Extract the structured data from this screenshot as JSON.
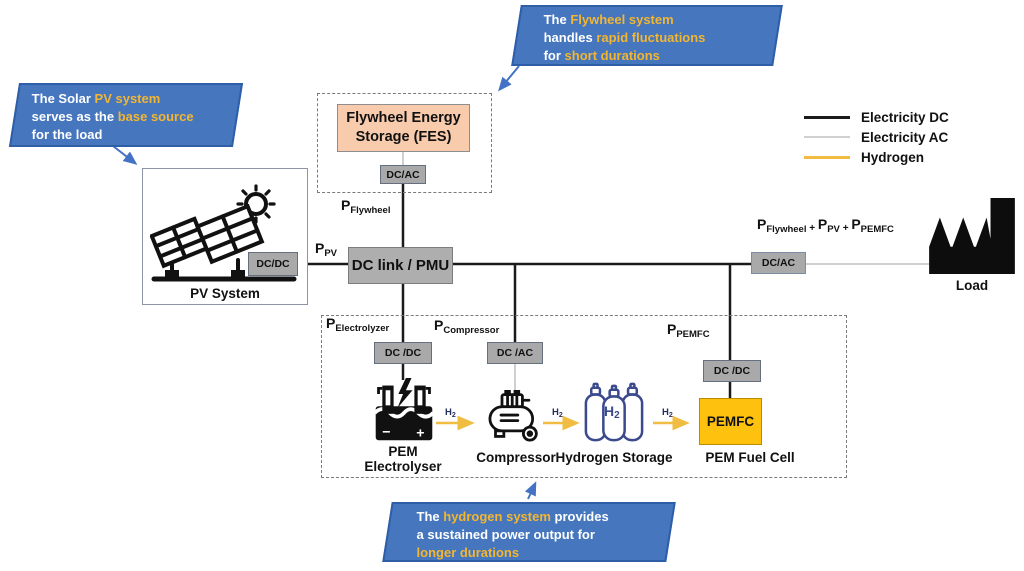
{
  "title": "Hybrid PV / flywheel / hydrogen energy system diagram",
  "colors": {
    "callout_bg": "#4576be",
    "callout_border": "#2f5ea8",
    "highlight_yellow": "#f2b632",
    "fes_fill": "#f8cbad",
    "converter_fill": "#a9a9a9",
    "pemfc_fill": "#fdc10e",
    "dc_line": "#1a1a1a",
    "ac_line": "#d0d0d0",
    "hydrogen_line": "#f0bc42",
    "storage_outline": "#3b4a8c"
  },
  "callouts": {
    "flywheel": {
      "l1a": "The ",
      "l1b": "Flywheel system",
      "l2a": "handles ",
      "l2b": "rapid fluctuations",
      "l3a": "for ",
      "l3b": "short durations"
    },
    "pv": {
      "l1a": "The Solar ",
      "l1b": "PV system",
      "l2a": "serves as the ",
      "l2b": "base source",
      "l3a": "for the load"
    },
    "hydrogen": {
      "l1a": "The ",
      "l1b": "hydrogen system",
      "l1c": " provides",
      "l2a": "a sustained power output for",
      "l3a": "longer durations"
    }
  },
  "legend": {
    "items": [
      {
        "label": "Electricity DC",
        "color": "#1a1a1a"
      },
      {
        "label": "Electricity AC",
        "color": "#d0d0d0"
      },
      {
        "label": "Hydrogen",
        "color": "#f0bc42"
      }
    ]
  },
  "components": {
    "fes": "Flywheel Energy Storage (FES)",
    "dclink": "DC link / PMU",
    "pv": "PV System",
    "electrolyser_l1": "PEM",
    "electrolyser_l2": "Electrolyser",
    "compressor": "Compressor",
    "storage": "Hydrogen Storage",
    "pemfc_box": "PEMFC",
    "pemfc": "PEM Fuel Cell",
    "load": "Load"
  },
  "converters": {
    "fes": "DC/AC",
    "pv": "DC/DC",
    "electrolyzer": "DC /DC",
    "compressor": "DC /AC",
    "pemfc": "DC /DC",
    "load": "DC/AC"
  },
  "power_labels": {
    "flywheel": {
      "main": "P",
      "sub": "Flywheel"
    },
    "pv": {
      "main": "P",
      "sub": "PV"
    },
    "electrolyzer": {
      "main": "P",
      "sub": "Electrolyzer"
    },
    "compressor": {
      "main": "P",
      "sub": "Compressor"
    },
    "pemfc": {
      "main": "P",
      "sub": "PEMFC"
    },
    "sum": {
      "p1": "P",
      "s1": "Flywheel",
      "plus1": "+",
      "p2": "P",
      "s2": "PV",
      "plus2": "+",
      "p3": "P",
      "s3": "PEMFC"
    }
  },
  "h2_label": {
    "main": "H",
    "sub": "2"
  },
  "icons": {
    "electrolyser_minus": "−",
    "electrolyser_plus": "+"
  }
}
